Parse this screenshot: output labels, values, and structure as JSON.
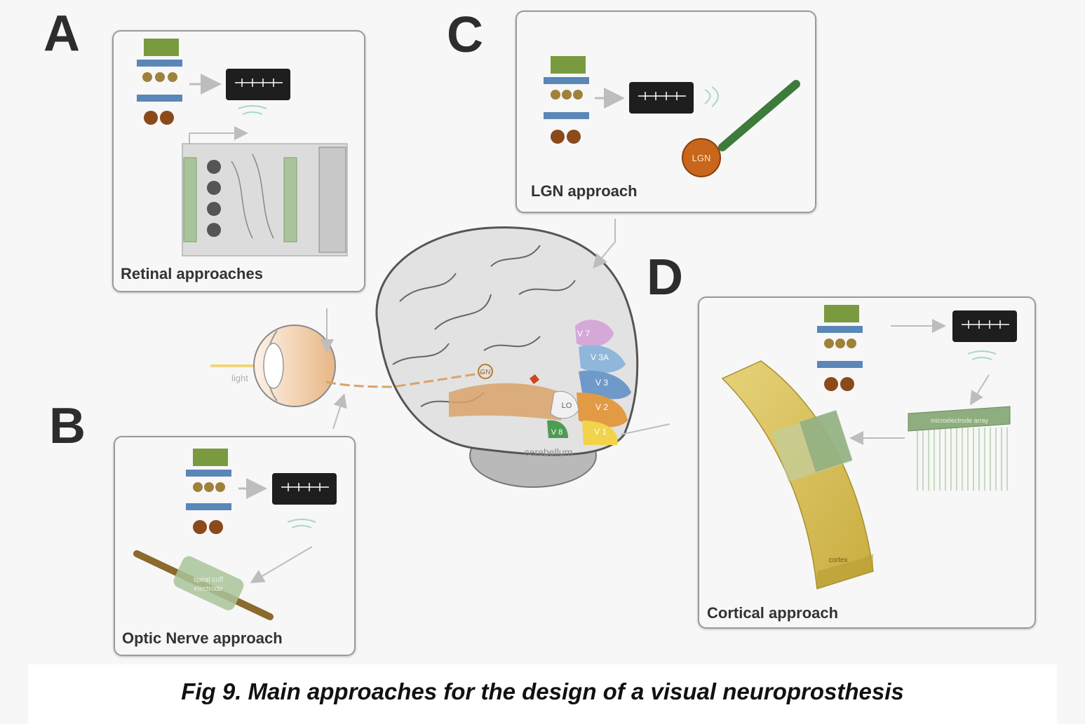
{
  "panels": {
    "a": {
      "letter": "A",
      "caption": "Retinal approaches"
    },
    "b": {
      "letter": "B",
      "caption": "Optic Nerve approach",
      "electrode_label_1": "spiral cuff",
      "electrode_label_2": "electrode"
    },
    "c": {
      "letter": "C",
      "caption": "LGN approach",
      "target_label": "LGN"
    },
    "d": {
      "letter": "D",
      "caption": "Cortical approach",
      "array_label": "microelectrode array",
      "cortex_label": "cortex"
    }
  },
  "brain": {
    "light_label": "light",
    "gn_label": "GN",
    "cerebellum_label": "cerebellum",
    "areas": [
      "V 7",
      "V 3A",
      "V 3",
      "V 2",
      "LO",
      "V 8",
      "V 1"
    ]
  },
  "caption": "Fig 9. Main approaches for the design of a visual neuroprosthesis",
  "colors": {
    "chip": "#1e1e1e",
    "electrode_green": "#a9c49a",
    "cortex_yellow": "#d9c25a",
    "nerve_brown": "#8b6a2b",
    "lgn_orange": "#c8661b",
    "brain_gray": "#e2e2e2",
    "pathway_orange": "#d9a36a",
    "arrow_gray": "#bdbdbd"
  }
}
